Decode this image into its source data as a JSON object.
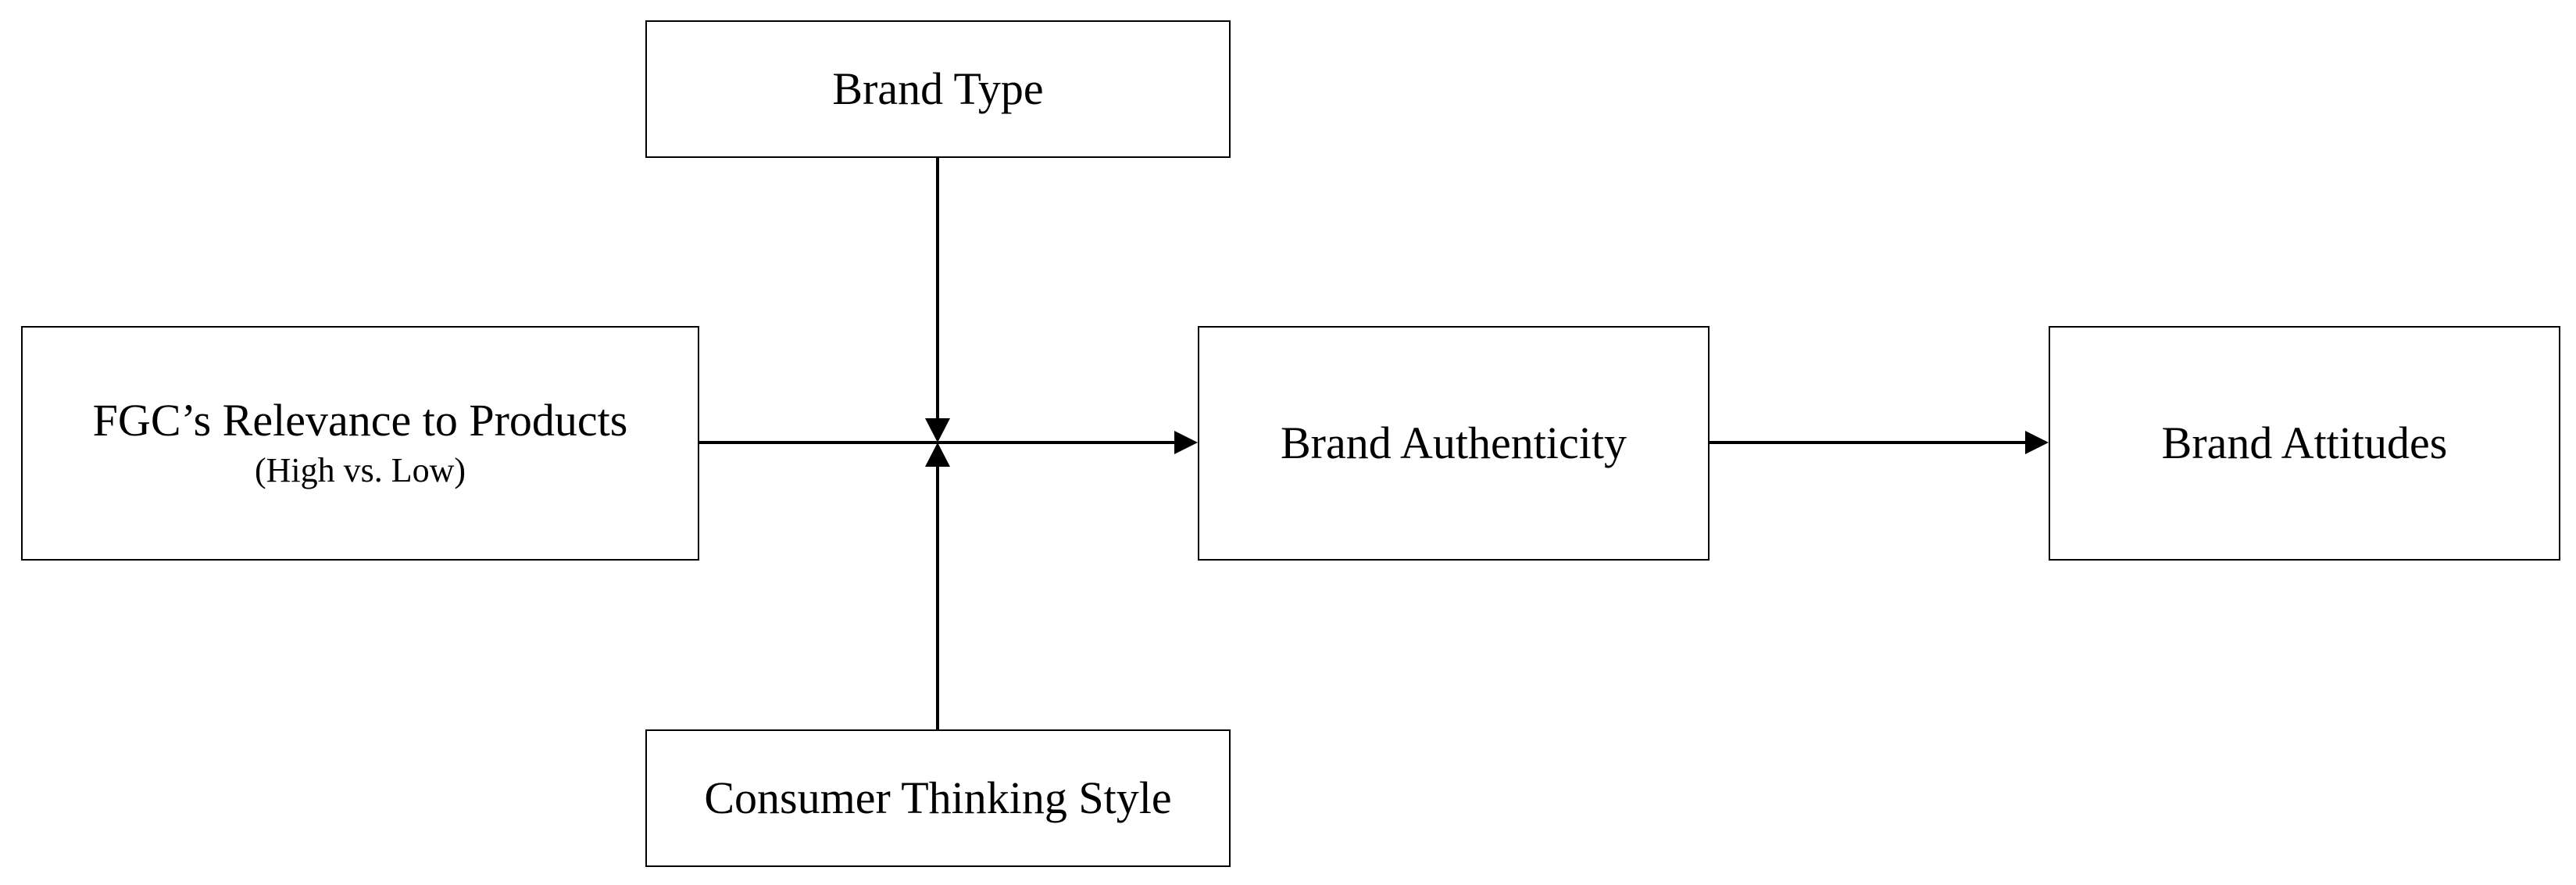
{
  "nodes": {
    "brand_type": {
      "label": "Brand Type"
    },
    "fgc_relevance": {
      "label": "FGC’s Relevance to Products",
      "sublabel": "(High vs. Low)"
    },
    "brand_authenticity": {
      "label": "Brand Authenticity"
    },
    "brand_attitudes": {
      "label": "Brand Attitudes"
    },
    "consumer_thinking_style": {
      "label": "Consumer Thinking Style"
    }
  },
  "edges": [
    {
      "from": "fgc_relevance",
      "to": "brand_authenticity"
    },
    {
      "from": "brand_authenticity",
      "to": "brand_attitudes"
    },
    {
      "from": "brand_type",
      "to": "fgc_relevance->brand_authenticity",
      "kind": "moderator"
    },
    {
      "from": "consumer_thinking_style",
      "to": "fgc_relevance->brand_authenticity",
      "kind": "moderator"
    }
  ],
  "colors": {
    "line": "#000000",
    "box_border": "#000000",
    "background": "#ffffff"
  }
}
